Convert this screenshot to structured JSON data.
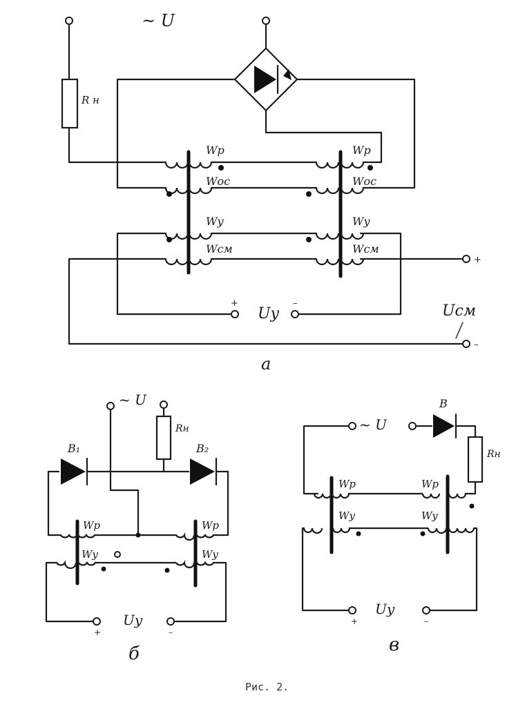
{
  "diagram_a": {
    "supply_label": "~ U",
    "load_label": "R н",
    "winding_labels": [
      "Wр",
      "Wос",
      "Wу",
      "Wсм",
      "Wр",
      "Wос",
      "Wу",
      "Wсм"
    ],
    "control_label": "Uу",
    "bias_label": "Uсм",
    "plus": "+",
    "minus": "–",
    "sublabel": "а"
  },
  "diagram_b": {
    "supply_label": "~ U",
    "load_label": "Rн",
    "diode1_label": "В₁",
    "diode2_label": "В₂",
    "winding_labels": [
      "Wр",
      "Wу",
      "Wр",
      "Wу"
    ],
    "control_label": "Uу",
    "plus": "+",
    "minus": "–",
    "sublabel": "б"
  },
  "diagram_c": {
    "supply_label": "~ U",
    "diode_label": "В",
    "load_label": "Rн",
    "winding_labels": [
      "Wр",
      "Wу",
      "Wр",
      "Wу"
    ],
    "control_label": "Uу",
    "plus": "+",
    "minus": "–",
    "sublabel": "в"
  },
  "caption": "Рис. 2."
}
